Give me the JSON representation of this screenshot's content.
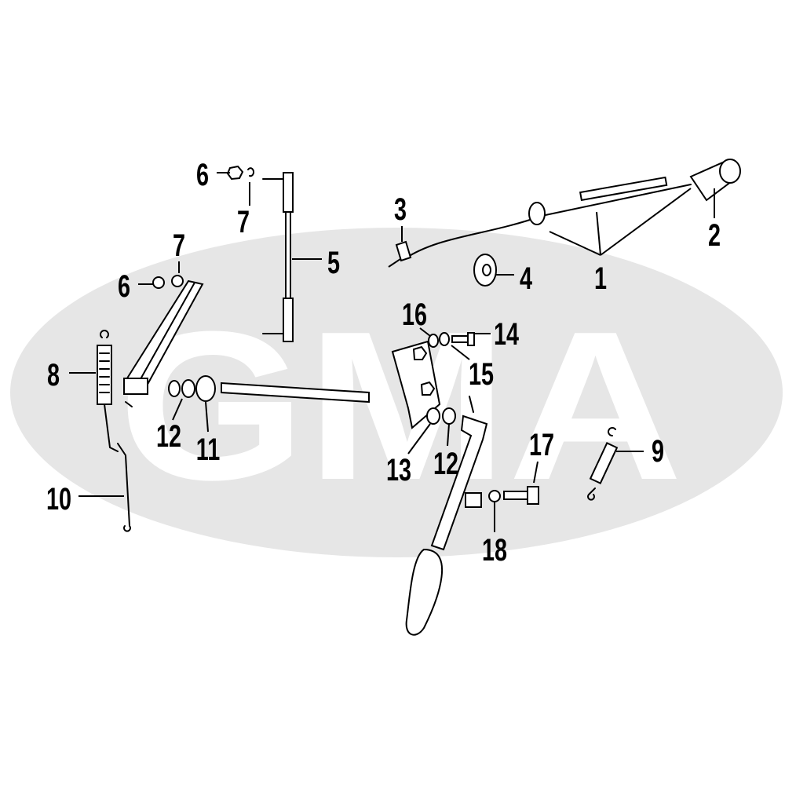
{
  "watermark": {
    "text": "GMA",
    "color": "#e6e6e6"
  },
  "callouts": [
    {
      "id": "c6a",
      "text": "6"
    },
    {
      "id": "c7a",
      "text": "7"
    },
    {
      "id": "c3",
      "text": "3"
    },
    {
      "id": "c5",
      "text": "5"
    },
    {
      "id": "c4",
      "text": "4"
    },
    {
      "id": "c1",
      "text": "1"
    },
    {
      "id": "c2",
      "text": "2"
    },
    {
      "id": "c7b",
      "text": "7"
    },
    {
      "id": "c6b",
      "text": "6"
    },
    {
      "id": "c16",
      "text": "16"
    },
    {
      "id": "c14",
      "text": "14"
    },
    {
      "id": "c15",
      "text": "15"
    },
    {
      "id": "c8",
      "text": "8"
    },
    {
      "id": "c12a",
      "text": "12"
    },
    {
      "id": "c11",
      "text": "11"
    },
    {
      "id": "c13",
      "text": "13"
    },
    {
      "id": "c12b",
      "text": "12"
    },
    {
      "id": "c17",
      "text": "17"
    },
    {
      "id": "c9",
      "text": "9"
    },
    {
      "id": "c10",
      "text": "10"
    },
    {
      "id": "c18",
      "text": "18"
    }
  ]
}
